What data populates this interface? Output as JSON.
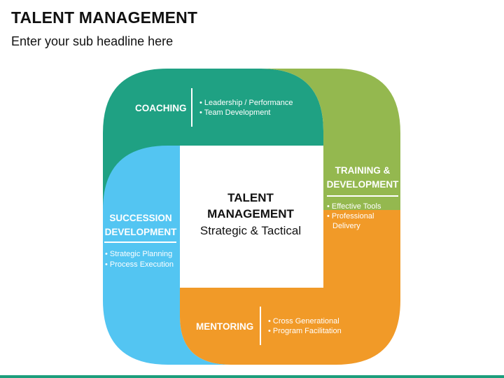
{
  "header": {
    "title": "TALENT MANAGEMENT",
    "subtitle": "Enter your sub headline here"
  },
  "center": {
    "title_line1": "TALENT",
    "title_line2": "MANAGEMENT",
    "subtitle": "Strategic & Tactical"
  },
  "segments": {
    "coaching": {
      "label": "COACHING",
      "color": "#1fa183",
      "items": [
        "Leadership / Performance",
        "Team Development"
      ]
    },
    "training": {
      "label_line1": "TRAINING &",
      "label_line2": "DEVELOPMENT",
      "color": "#94b84f",
      "items": [
        "Effective Tools",
        "Professional",
        "Delivery"
      ]
    },
    "mentoring": {
      "label": "MENTORING",
      "color": "#f19a28",
      "items": [
        "Cross Generational",
        "Program Facilitation"
      ]
    },
    "succession": {
      "label_line1": "SUCCESSION",
      "label_line2": "DEVELOPMENT",
      "color": "#53c5f2",
      "items": [
        "Strategic Planning",
        "Process Execution"
      ]
    }
  },
  "footer": {
    "bar_color": "#1c9e7c"
  }
}
